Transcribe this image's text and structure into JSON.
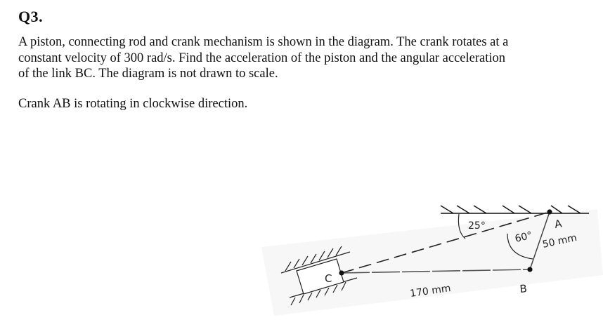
{
  "question": {
    "number": "Q3.",
    "text_lines": [
      "A piston, connecting rod and crank mechanism is shown in the diagram. The crank rotates at a",
      "constant velocity of 300 rad/s. Find the acceleration of the piston and the angular acceleration",
      "of the link BC. The diagram is not drawn to scale."
    ],
    "note": "Crank AB is rotating in clockwise direction."
  },
  "diagram": {
    "labels": {
      "point_a": "A",
      "point_b": "B",
      "point_c": "C",
      "angle_line": "25°",
      "angle_crank": "60°",
      "crank_length": "50 mm",
      "rod_length": "170 mm"
    },
    "values": {
      "crank_angular_velocity_rad_s": 300,
      "crank_length_mm": 50,
      "connecting_rod_length_mm": 170,
      "line_of_stroke_angle_deg": 25,
      "crank_angle_deg": 60,
      "crank_rotation": "clockwise"
    }
  }
}
